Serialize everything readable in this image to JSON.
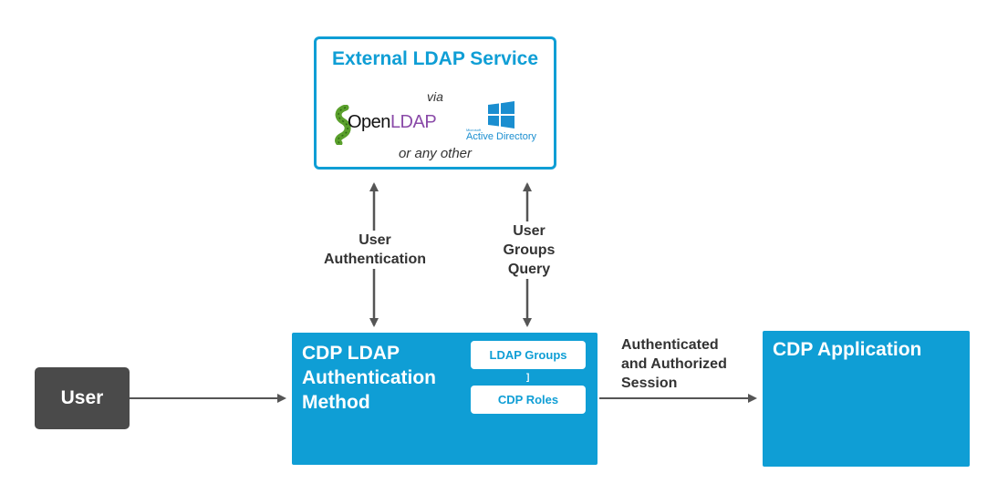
{
  "ldap_service": {
    "title": "External LDAP Service",
    "via": "via",
    "openldap_open": "Open",
    "openldap_ldap": "LDAP",
    "active_directory_small": "Microsoft",
    "active_directory": "Active Directory",
    "any_other": "or  any other"
  },
  "user": {
    "label": "User"
  },
  "cdp_method": {
    "label_line1": "CDP LDAP",
    "label_line2": "Authentication",
    "label_line3": "Method",
    "ldap_groups": "LDAP Groups",
    "connector": "]",
    "cdp_roles": "CDP Roles"
  },
  "cdp_app": {
    "label": "CDP Application"
  },
  "edges": {
    "user_auth_line1": "User",
    "user_auth_line2": "Authentication",
    "groups_query_line1": "User",
    "groups_query_line2": "Groups",
    "groups_query_line3": "Query",
    "session_line1": "Authenticated",
    "session_line2": "and Authorized",
    "session_line3": "Session"
  },
  "colors": {
    "accent": "#0f9ed5",
    "user_box": "#4a4a4a",
    "arrow": "#555555",
    "openldap_purple": "#8a4aa8",
    "openldap_green": "#5aa02c"
  }
}
